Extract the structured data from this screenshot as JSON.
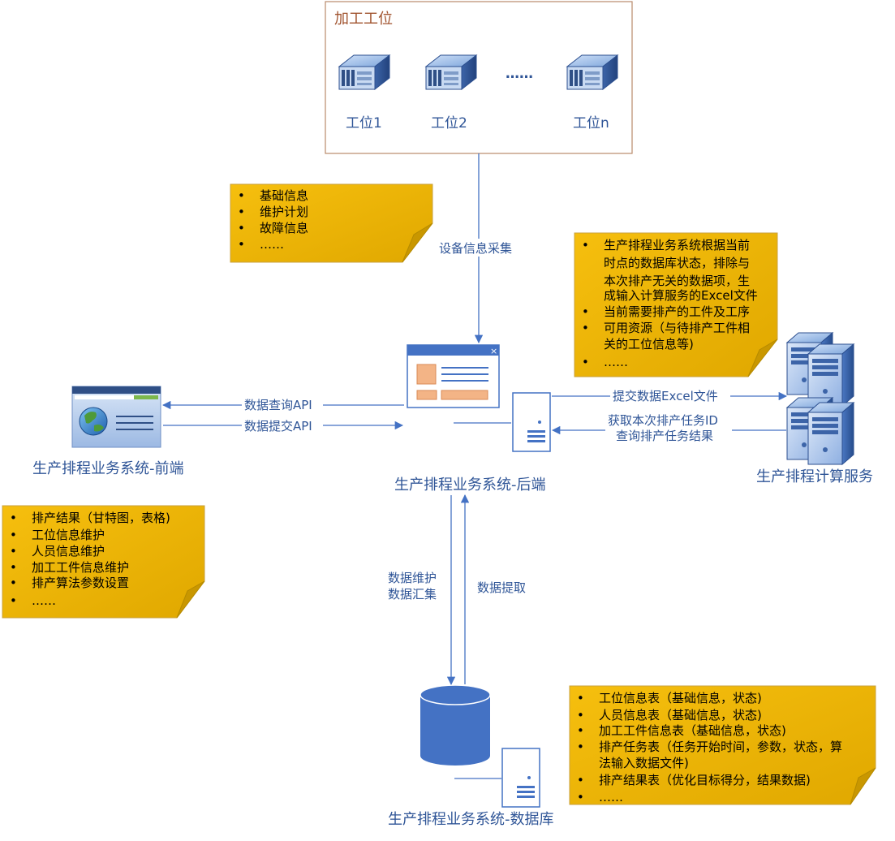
{
  "colors": {
    "connector": "#4472c4",
    "label_blue": "#2f5597",
    "note_fill": "#f0b400",
    "note_border": "#c9a13c",
    "station_box_border": "#b98a6c",
    "station_title": "#a0522d",
    "db_fill": "#4472c4"
  },
  "stations": {
    "title": "加工工位",
    "items": [
      "工位1",
      "工位2",
      "工位n"
    ],
    "ellipsis": "……"
  },
  "notes": {
    "basic": [
      "基础信息",
      "维护计划",
      "故障信息",
      "……"
    ],
    "compute": [
      "生产排程业务系统根据当前",
      "时点的数据库状态，排除与",
      "本次排产无关的数据项，生",
      "成输入计算服务的Excel文件",
      "当前需要排产的工件及工序",
      "可用资源（与待排产工件相",
      "关的工位信息等)",
      "……"
    ],
    "frontend": [
      "排产结果（甘特图，表格)",
      "工位信息维护",
      "人员信息维护",
      "加工工件信息维护",
      "排产算法参数设置",
      "……"
    ],
    "database": [
      "工位信息表（基础信息，状态)",
      "人员信息表（基础信息，状态)",
      "加工工件信息表（基础信息，状态)",
      "排产任务表（任务开始时间，参数，状态，算",
      "法输入数据文件)",
      "排产结果表（优化目标得分，结果数据)",
      "……"
    ]
  },
  "edges": {
    "collect": "设备信息采集",
    "query_api": "数据查询API",
    "submit_api": "数据提交API",
    "submit_excel": "提交数据Excel文件",
    "get_task_1": "获取本次排产任务ID",
    "get_task_2": "查询排产任务结果",
    "maint_1": "数据维护",
    "maint_2": "数据汇集",
    "extract": "数据提取"
  },
  "nodes": {
    "frontend": "生产排程业务系统-前端",
    "backend": "生产排程业务系统-后端",
    "compute": "生产排程计算服务",
    "database": "生产排程业务系统-数据库"
  }
}
